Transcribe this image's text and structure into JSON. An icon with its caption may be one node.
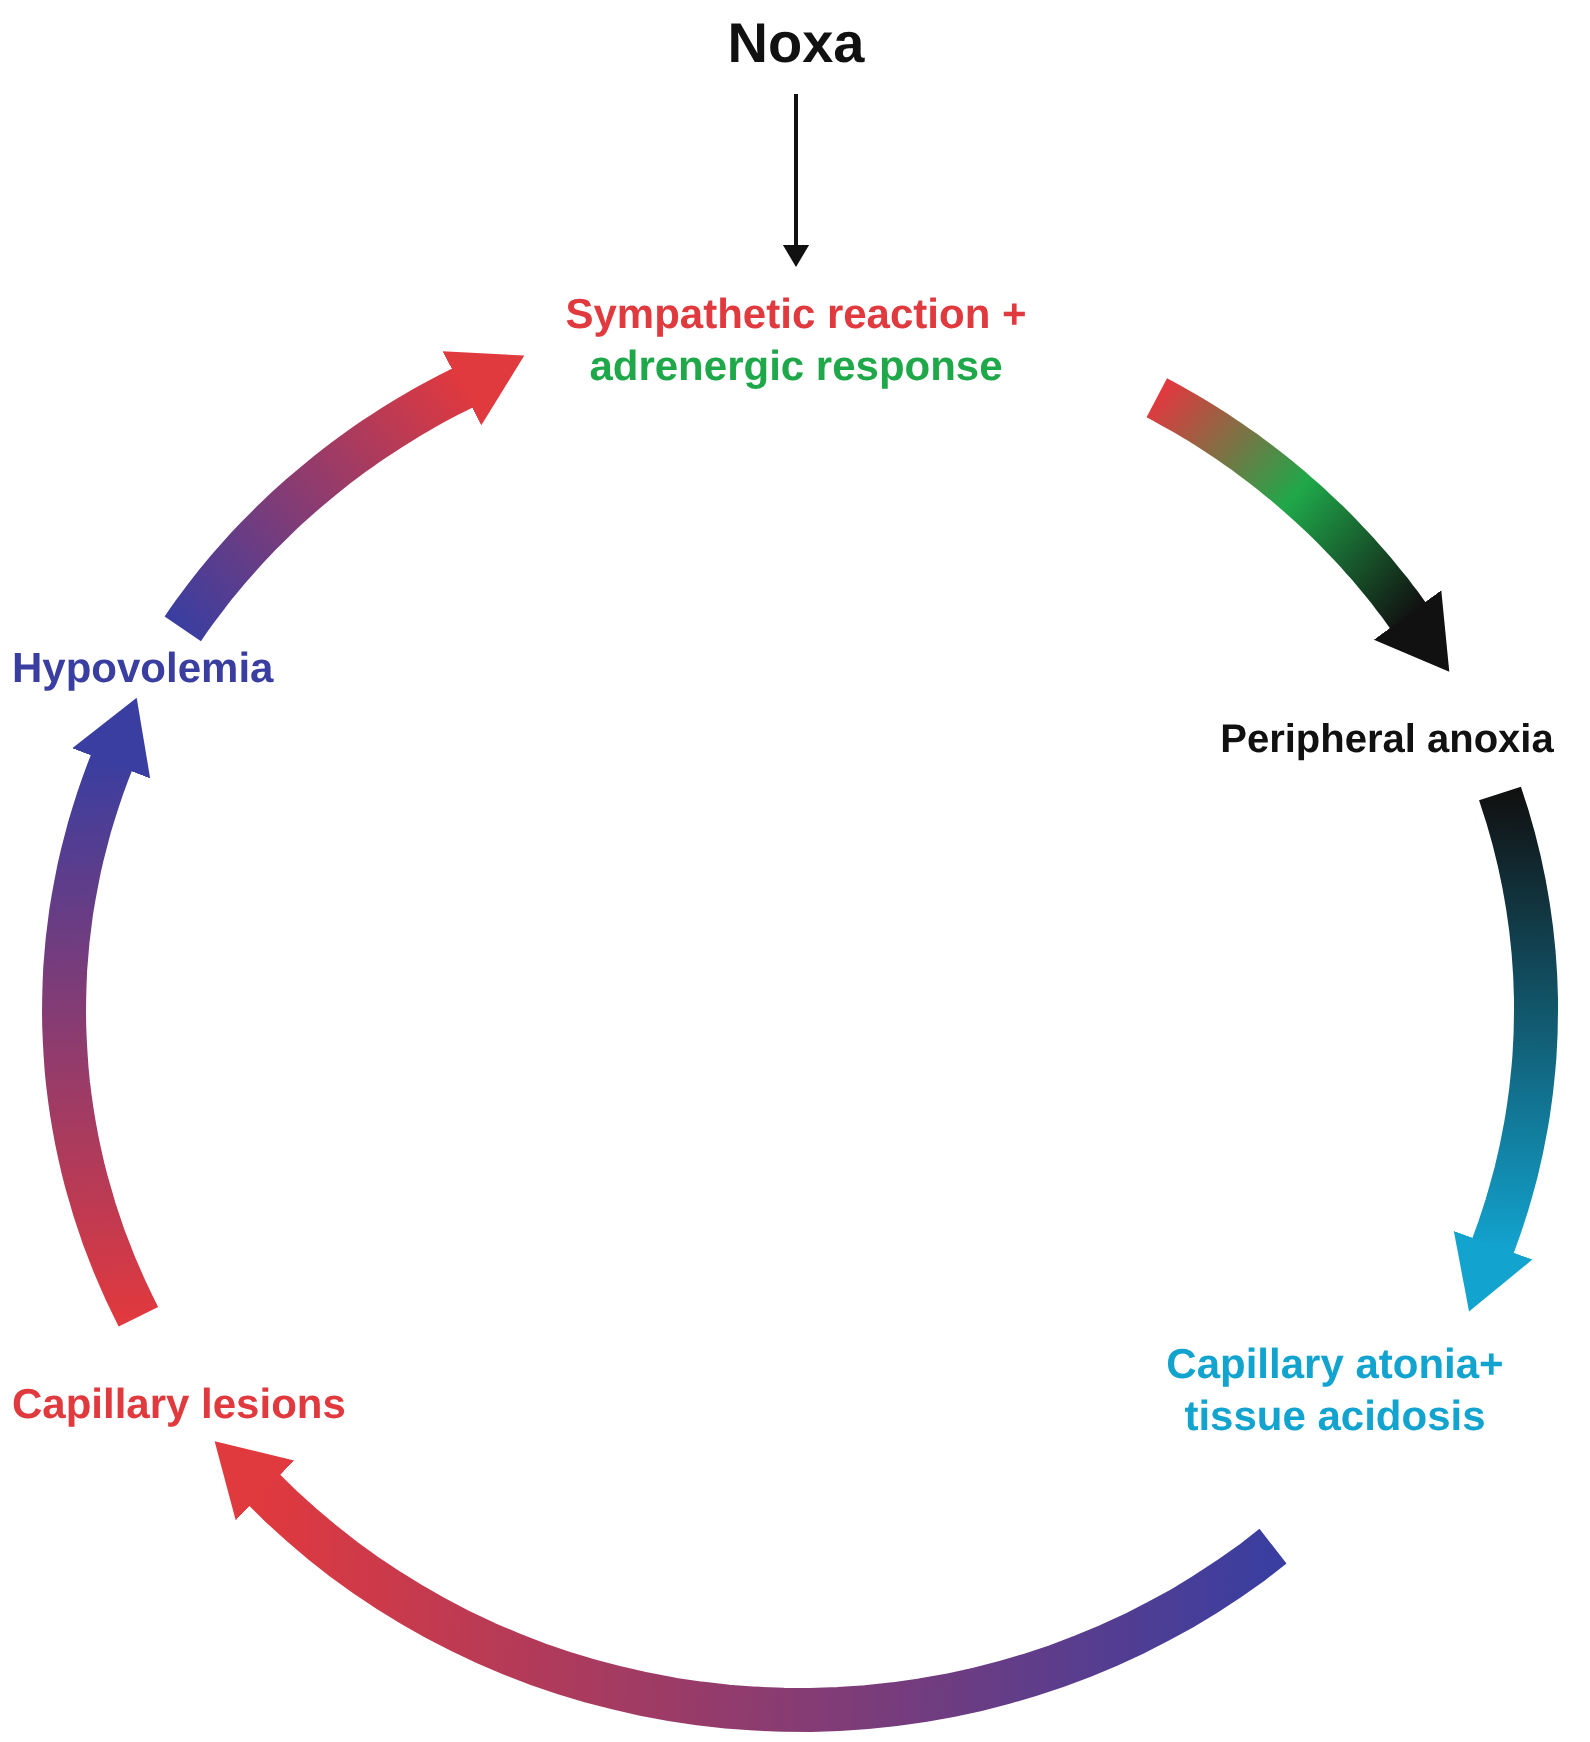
{
  "diagram": {
    "nodes": [
      {
        "text": [
          "Noxa"
        ]
      },
      {
        "text": [
          "Sympathetic reaction +",
          "adrenergic response"
        ]
      },
      {
        "text": [
          "Peripheral anoxia"
        ]
      },
      {
        "text": [
          "Capillary atonia+ tissue acidosis"
        ]
      },
      {
        "text": [
          "Capillary lesions"
        ]
      },
      {
        "text": [
          "Hypovolemia"
        ]
      }
    ],
    "edges": [
      {
        "from": 0,
        "to": 1,
        "arrow": "to"
      },
      {
        "from": 1,
        "to": 2,
        "arrow": "to",
        "style": "thick"
      },
      {
        "from": 2,
        "to": 3,
        "arrow": "to",
        "style": "thick"
      },
      {
        "from": 3,
        "to": 4,
        "arrow": "to",
        "style": "thick"
      },
      {
        "from": 4,
        "to": 5,
        "arrow": "to",
        "style": "thick"
      },
      {
        "from": 5,
        "to": 1,
        "arrow": "to",
        "style": "thick"
      }
    ]
  }
}
